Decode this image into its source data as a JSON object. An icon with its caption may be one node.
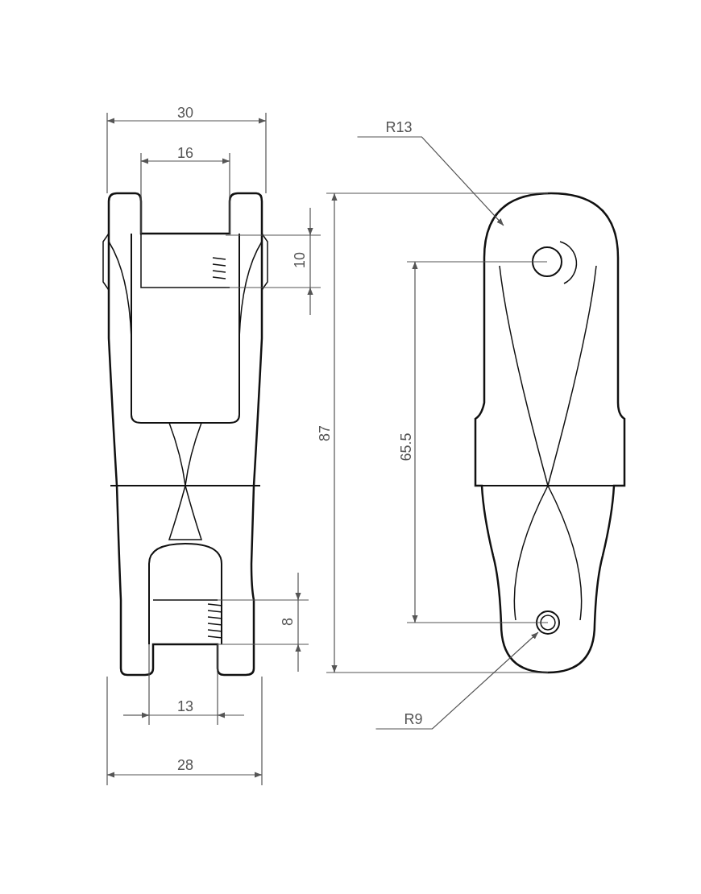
{
  "diagram": {
    "nodes": [
      {
        "text": [
          "R13"
        ]
      },
      {
        "text": [
          "R9"
        ]
      }
    ],
    "edges": [
      {
        "from": 0,
        "to": null,
        "arrow": "to"
      },
      {
        "from": 1,
        "to": null,
        "arrow": "to"
      }
    ],
    "labels": [
      "30",
      "16",
      "10",
      "87",
      "65.5",
      "8",
      "13",
      "28"
    ]
  }
}
